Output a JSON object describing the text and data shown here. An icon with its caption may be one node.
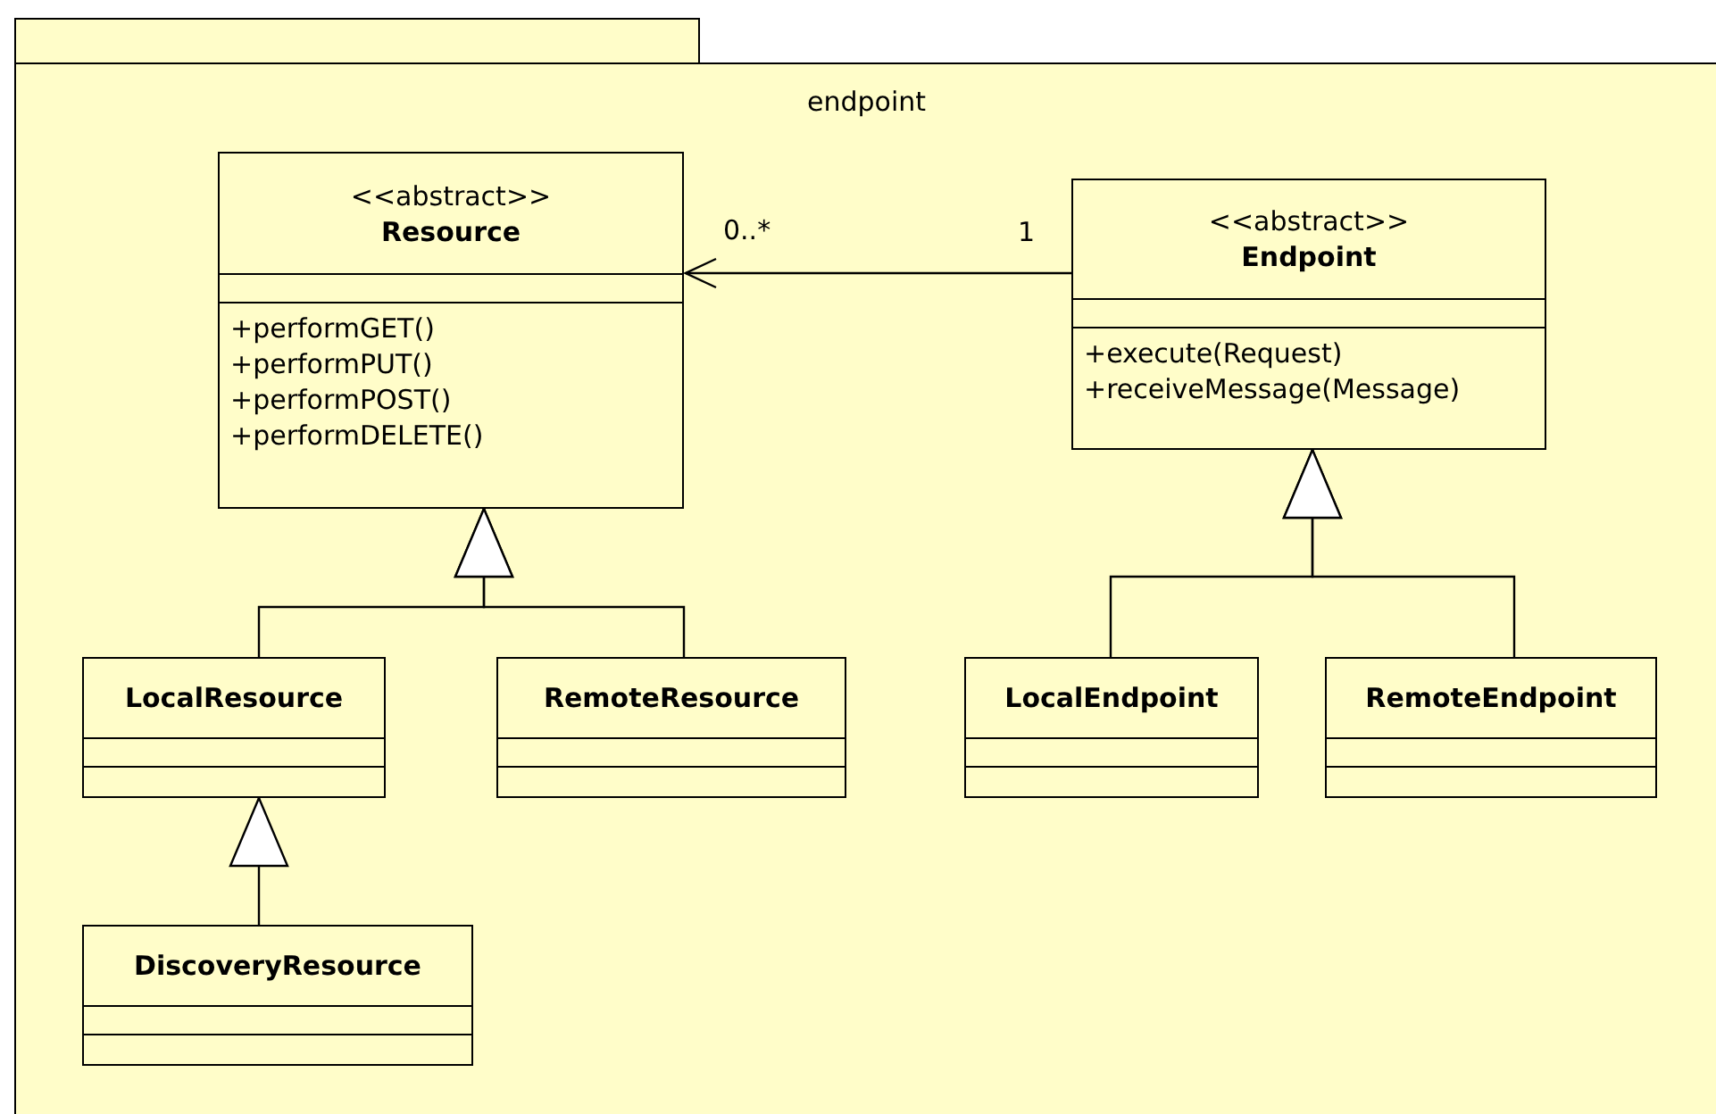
{
  "diagram": {
    "nodes": [
      {
        "text": [
          "endpoint"
        ]
      },
      {
        "text": [
          "<<abstract>>",
          "Resource",
          "+performGET()",
          "+performPUT()",
          "+performPOST()",
          "+performDELETE()"
        ],
        "in": 0
      },
      {
        "text": [
          "<<abstract>>",
          "Endpoint",
          "+execute(Request)",
          "+receiveMessage(Message)"
        ],
        "in": 0
      },
      {
        "text": [
          "LocalResource"
        ],
        "in": 0
      },
      {
        "text": [
          "RemoteResource"
        ],
        "in": 0
      },
      {
        "text": [
          "LocalEndpoint"
        ],
        "in": 0
      },
      {
        "text": [
          "RemoteEndpoint"
        ],
        "in": 0
      },
      {
        "text": [
          "DiscoveryResource"
        ],
        "in": 0
      }
    ],
    "edges": [
      {
        "from": 2,
        "to": 1,
        "arrow": "to"
      },
      {
        "from": 3,
        "to": 1,
        "arrow": "to"
      },
      {
        "from": 4,
        "to": 1,
        "arrow": "to"
      },
      {
        "from": 5,
        "to": 2,
        "arrow": "to"
      },
      {
        "from": 6,
        "to": 2,
        "arrow": "to"
      },
      {
        "from": 7,
        "to": 3,
        "arrow": "to"
      }
    ],
    "labels": [
      "0..*",
      "1"
    ]
  }
}
